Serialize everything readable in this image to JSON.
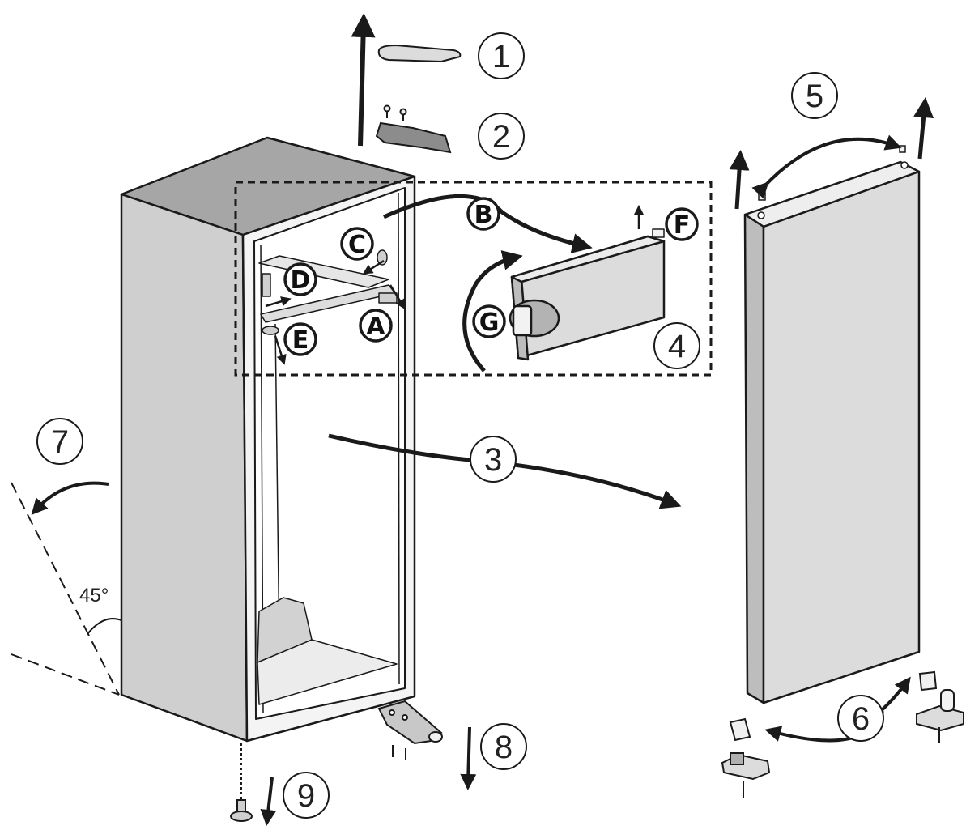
{
  "step_numbers": {
    "s1": "1",
    "s2": "2",
    "s3": "3",
    "s4": "4",
    "s5": "5",
    "s6": "6",
    "s7": "7",
    "s8": "8",
    "s9": "9"
  },
  "part_letters": {
    "a": "A",
    "b": "B",
    "c": "C",
    "d": "D",
    "e": "E",
    "f": "F",
    "g": "G"
  },
  "tilt_angle_label": "45°",
  "colors": {
    "line": "#1a1a1a",
    "cabinet_side": "#cfcfcf",
    "cabinet_top": "#a6a6a6",
    "door_face": "#dcdcdc",
    "door_edge": "#bdbdbd"
  }
}
